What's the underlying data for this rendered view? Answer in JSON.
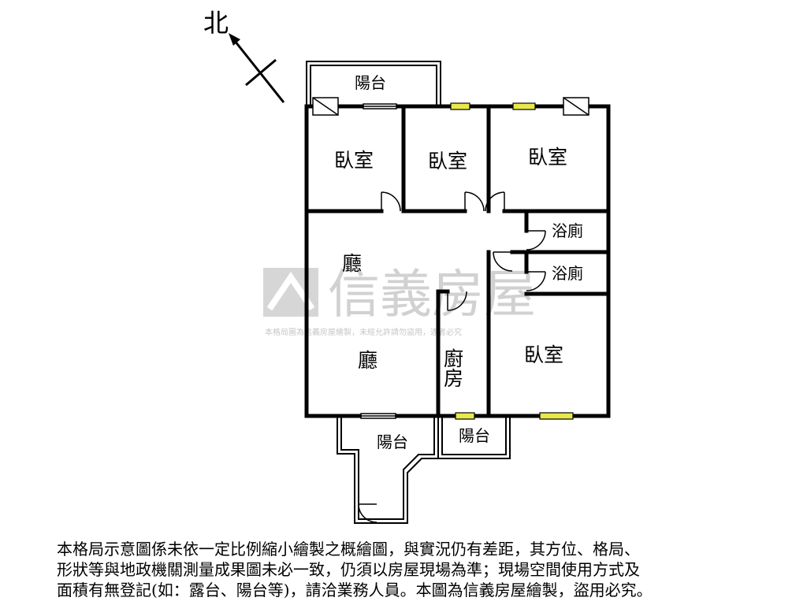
{
  "compass": {
    "north_label": "北"
  },
  "rooms": {
    "balcony_top": "陽台",
    "bedroom_1": "臥室",
    "bedroom_2": "臥室",
    "bedroom_3": "臥室",
    "bath_1": "浴廁",
    "bath_2": "浴廁",
    "living_1": "廳",
    "living_2": "廳",
    "kitchen": "廚房",
    "bedroom_4": "臥室",
    "balcony_bottom_left": "陽台",
    "balcony_bottom_right": "陽台"
  },
  "watermark": {
    "brand": "信義房屋",
    "notice": "本格局圖為信義房屋繪製，未經允許請勿盜用，違者必究"
  },
  "disclaimer": {
    "line1": "本格局示意圖係未依一定比例縮小繪製之概繪圖，與實況仍有差距，其方位、格局、",
    "line2": "形狀等與地政機關測量成果圖未必一致，仍須以房屋現場為準；現場空間使用方式及",
    "line3": "面積有無登記(如：露台、陽台等)，請洽業務人員。本圖為信義房屋繪製，盜用必究。"
  },
  "colors": {
    "wall": "#000000",
    "window": "#e8e84a",
    "watermark": "#c9c9c9"
  }
}
